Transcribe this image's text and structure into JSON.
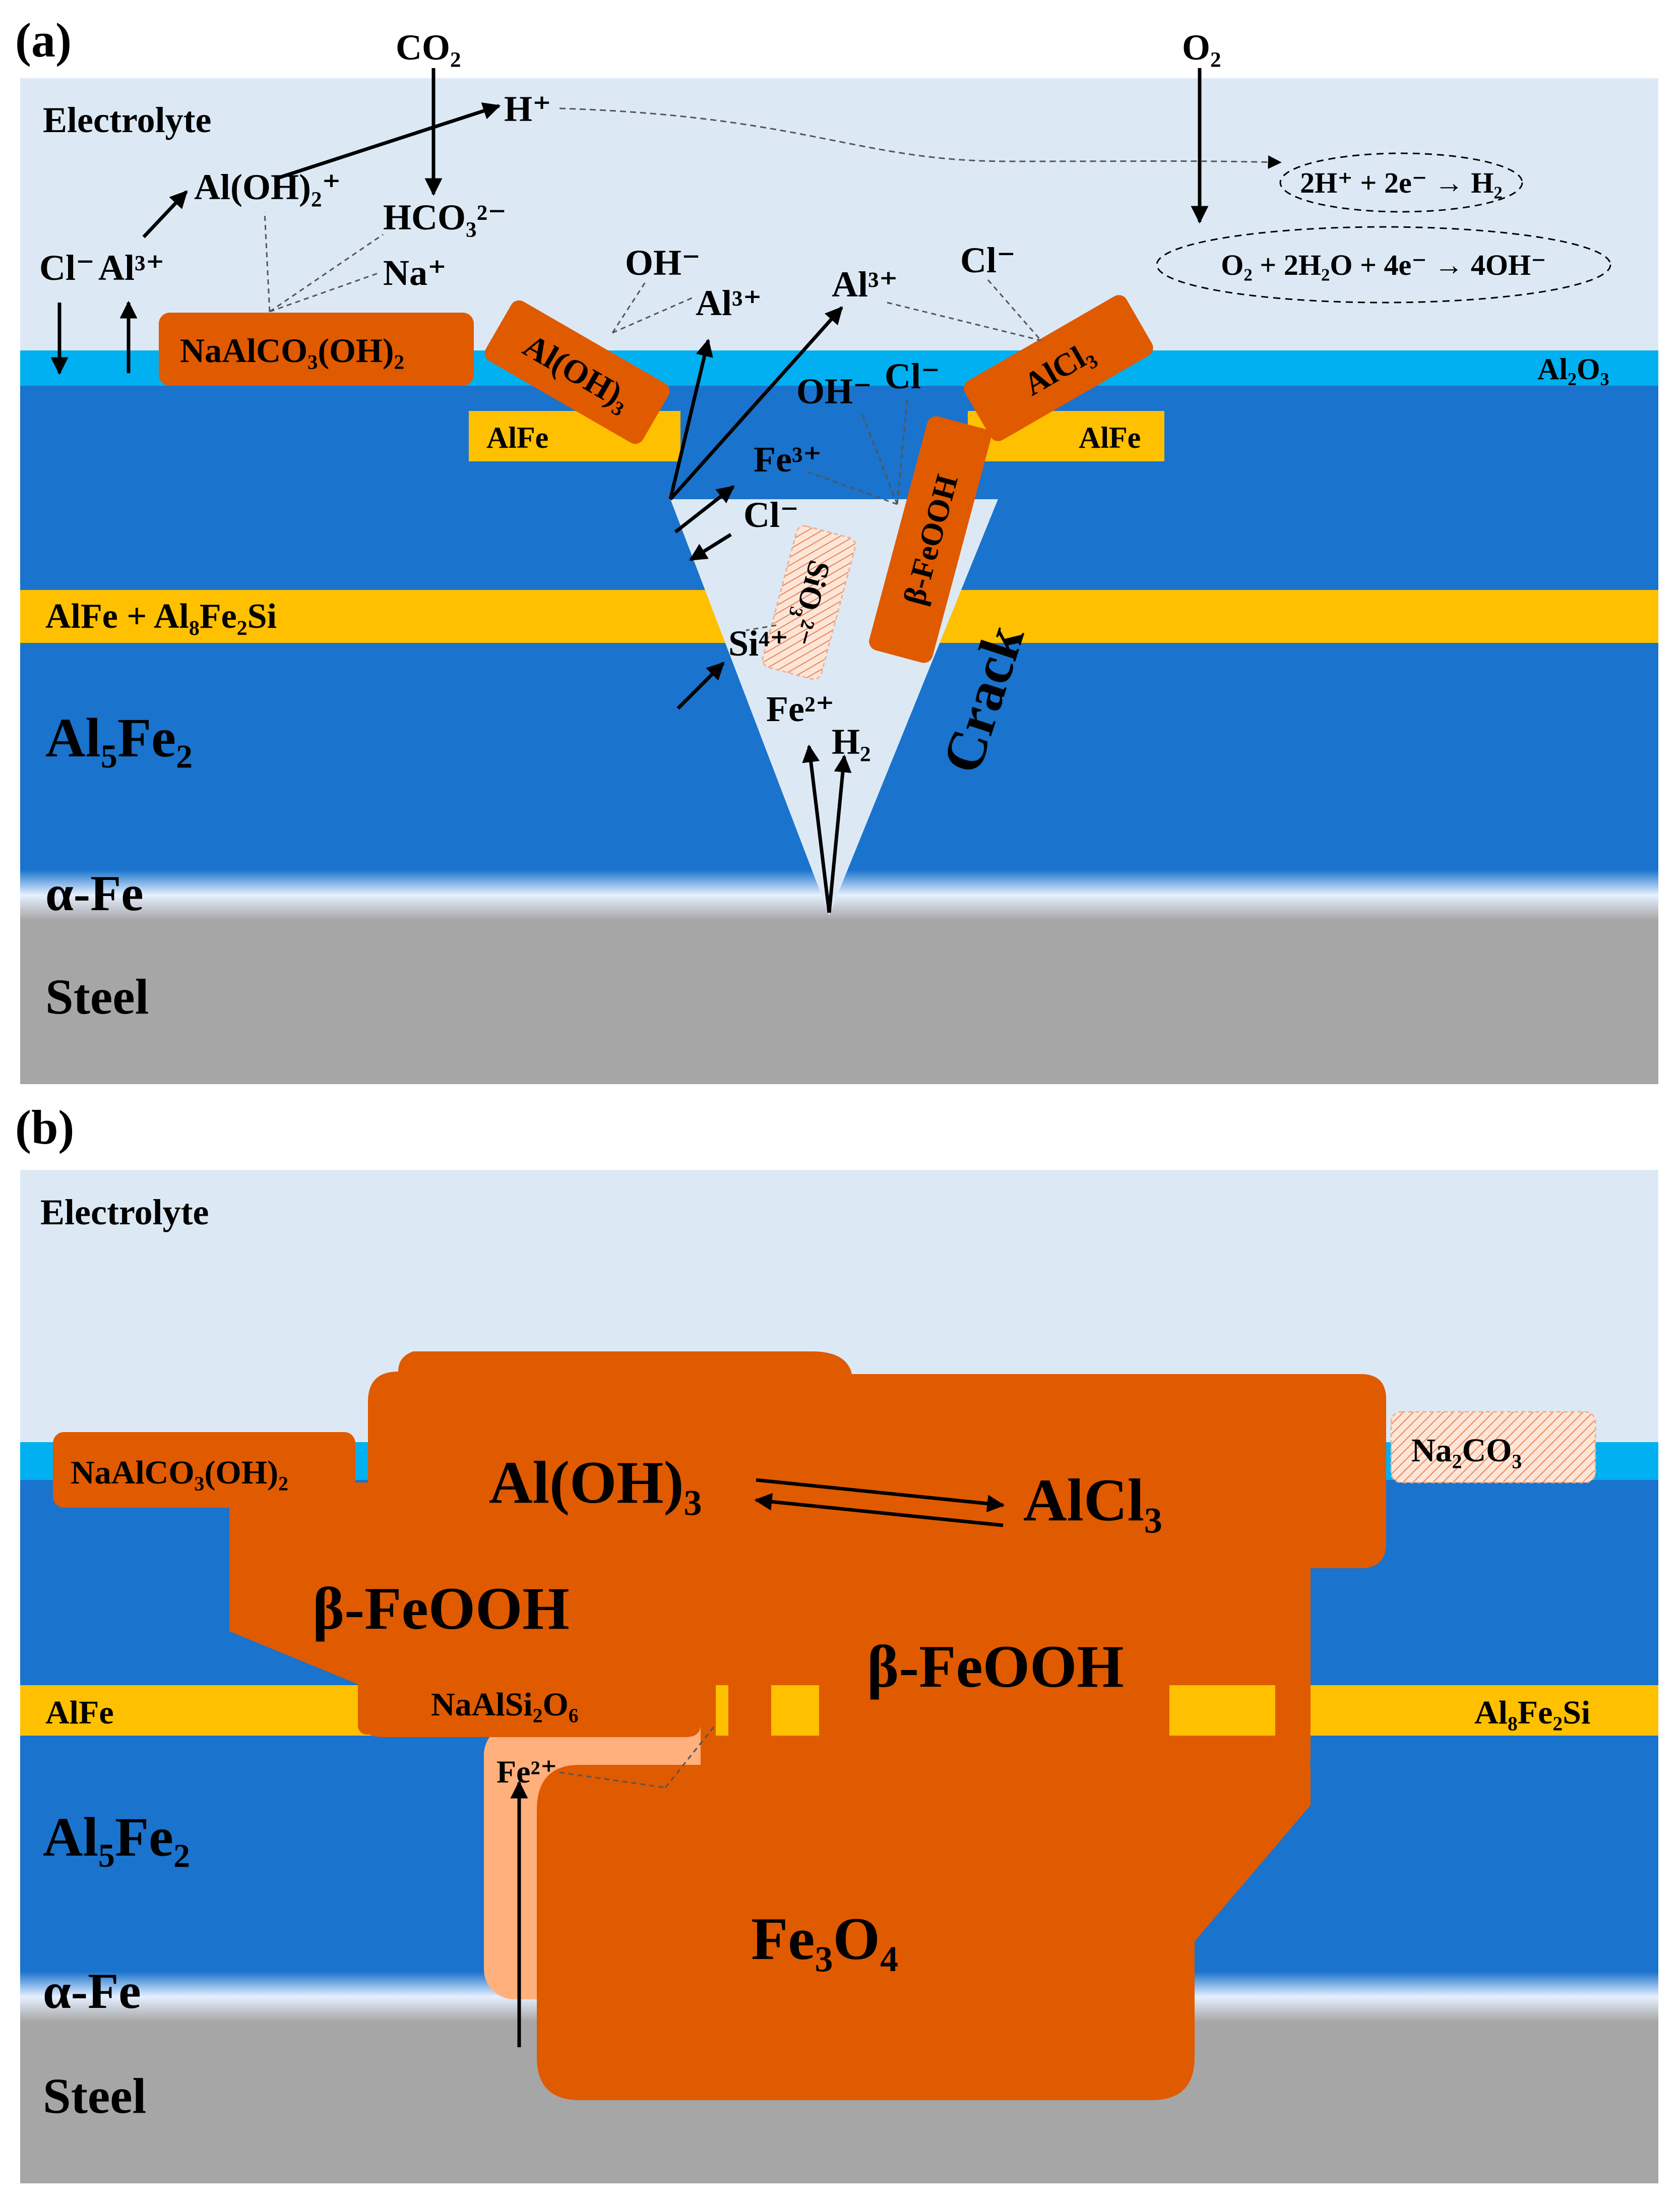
{
  "panel_a": {
    "label": "(a)",
    "electrolyte": "Electrolyte",
    "layer_labels": {
      "al2o3": "Al₂O₃",
      "alfe_left": "AlFe",
      "alfe_right": "AlFe",
      "alfe_al8": "AlFe + Al₈Fe₂Si",
      "al5fe2": "Al₅Fe₂",
      "alpha_fe": "α-Fe",
      "steel": "Steel"
    },
    "species": {
      "co2": "CO₂",
      "o2": "O₂",
      "h_plus": "H⁺",
      "al_oh2_plus": "Al(OH)₂⁺",
      "hco3": "HCO₃²⁻",
      "na_plus": "Na⁺",
      "cl_minus_left": "Cl⁻",
      "al3_left": "Al³⁺",
      "oh_minus_top": "OH⁻",
      "al3_mid": "Al³⁺",
      "al3_right": "Al³⁺",
      "cl_minus_top_right": "Cl⁻",
      "oh_minus_crack": "OH⁻",
      "cl_minus_crack": "Cl⁻",
      "fe3_plus": "Fe³⁺",
      "cl_minus_lower": "Cl⁻",
      "si4_plus": "Si⁴⁺",
      "fe2_plus": "Fe²⁺",
      "h2": "H₂"
    },
    "reactions": {
      "hydrogen": "2H⁺ + 2e⁻ → H₂",
      "oxygen": "O₂ + 2H₂O + 4e⁻ → 4OH⁻"
    },
    "products": {
      "naalco3oh2": "NaAlCO₃(OH)₂",
      "aloh3": "Al(OH)₃",
      "alcl3": "AlCl₃",
      "feooh": "β-FeOOH",
      "sio3": "SiO₃²⁻"
    },
    "crack": "Crack"
  },
  "panel_b": {
    "label": "(b)",
    "electrolyte": "Electrolyte",
    "layer_labels": {
      "alfe": "AlFe",
      "al8fe2si": "Al₈Fe₂Si",
      "al5fe2": "Al₅Fe₂",
      "alpha_fe": "α-Fe",
      "steel": "Steel"
    },
    "products": {
      "naalco3oh2": "NaAlCO₃(OH)₂",
      "aloh3": "Al(OH)₃",
      "alcl3": "AlCl₃",
      "feooh_left": "β-FeOOH",
      "feooh_right": "β-FeOOH",
      "naalsi2o6": "NaAlSi₂O₆",
      "na2co3": "Na₂CO₃",
      "fe3o4": "Fe₃O₄",
      "fe2_plus": "Fe²⁺"
    }
  },
  "colors": {
    "electrolyte": "#dce9f5",
    "al2o3": "#00b0f0",
    "al5fe2": "#1a73cc",
    "alfe": "#ffc000",
    "steel": "#a6a6a6",
    "product": "#e05a00",
    "pale_product": "#f7c3a0",
    "fe2_zone": "#ffb07c"
  }
}
